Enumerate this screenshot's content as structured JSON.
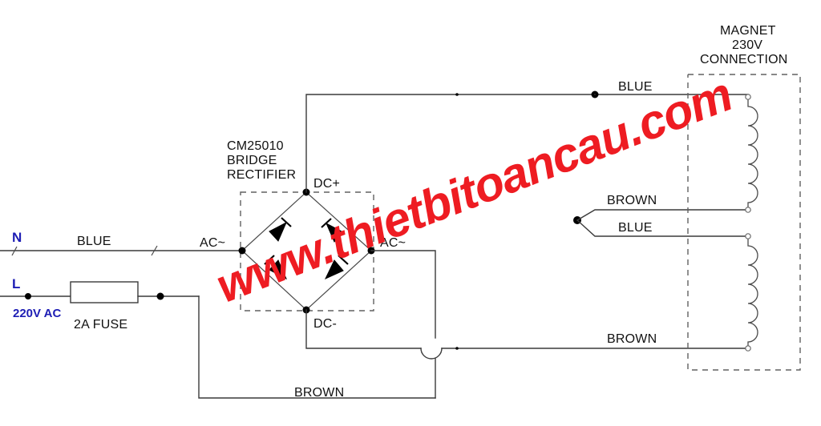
{
  "diagram": {
    "title": "Magnet 230V connection via CM25010 bridge rectifier",
    "watermark": "www.thietbitoancau.com",
    "colors": {
      "wire": "#3a3a3a",
      "dashed": "#606060",
      "label": "#111111",
      "supply_label": "#1d1db4",
      "watermark": "#ee1c22"
    }
  },
  "supply": {
    "neutral_terminal": "N",
    "live_terminal": "L",
    "voltage": "220V AC",
    "neutral_wire_label": "BLUE",
    "fuse_label": "2A FUSE"
  },
  "rectifier": {
    "part_line1": "CM25010",
    "part_line2": "BRIDGE",
    "part_line3": "RECTIFIER",
    "dc_plus": "DC+",
    "dc_minus": "DC-",
    "ac_left": "AC~",
    "ac_right": "AC~",
    "diode_count": 4
  },
  "output_wires": {
    "top_label": "BLUE",
    "mid_upper_label": "BROWN",
    "mid_lower_label": "BLUE",
    "lower_label": "BROWN",
    "bottom_label": "BROWN"
  },
  "magnet": {
    "title_line1": "MAGNET",
    "title_line2": "230V",
    "title_line3": "CONNECTION",
    "coil_count": 2,
    "coil_turns": 6
  }
}
